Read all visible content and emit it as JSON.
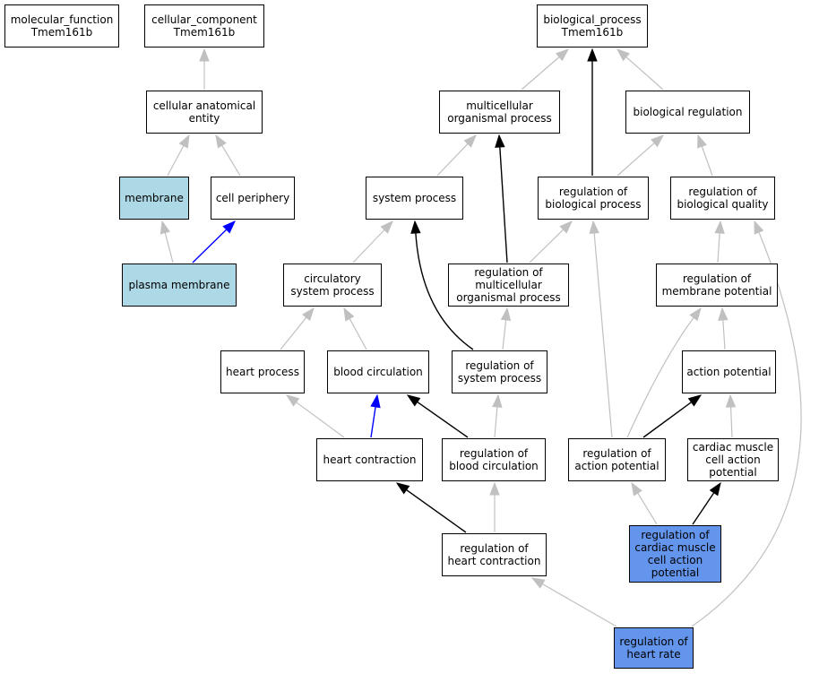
{
  "colors": {
    "default_fill": "#ffffff",
    "component_fill": "#add8e6",
    "query_fill": "#6495ed",
    "edge_is_a": "#c0c0c0",
    "edge_part_of": "#000000",
    "edge_blue": "#0000ff"
  },
  "nodes": {
    "molecular_function": {
      "label": "molecular_function\nTmem161b",
      "fill": "default"
    },
    "cellular_component": {
      "label": "cellular_component\nTmem161b",
      "fill": "default"
    },
    "biological_process": {
      "label": "biological_process\nTmem161b",
      "fill": "default"
    },
    "cellular_anatomical_entity": {
      "label": "cellular anatomical\nentity",
      "fill": "default"
    },
    "multicellular_organismal_process": {
      "label": "multicellular\norganismal process",
      "fill": "default"
    },
    "biological_regulation": {
      "label": "biological regulation",
      "fill": "default"
    },
    "membrane": {
      "label": "membrane",
      "fill": "component"
    },
    "cell_periphery": {
      "label": "cell periphery",
      "fill": "default"
    },
    "system_process": {
      "label": "system process",
      "fill": "default"
    },
    "regulation_of_biological_process": {
      "label": "regulation of\nbiological process",
      "fill": "default"
    },
    "regulation_of_biological_quality": {
      "label": "regulation of\nbiological quality",
      "fill": "default"
    },
    "plasma_membrane": {
      "label": "plasma membrane",
      "fill": "component"
    },
    "circulatory_system_process": {
      "label": "circulatory\nsystem process",
      "fill": "default"
    },
    "regulation_of_multicellular_organismal_process": {
      "label": "regulation of\nmulticellular\norganismal process",
      "fill": "default"
    },
    "regulation_of_membrane_potential": {
      "label": "regulation of\nmembrane potential",
      "fill": "default"
    },
    "heart_process": {
      "label": "heart process",
      "fill": "default"
    },
    "blood_circulation": {
      "label": "blood circulation",
      "fill": "default"
    },
    "regulation_of_system_process": {
      "label": "regulation of\nsystem process",
      "fill": "default"
    },
    "action_potential": {
      "label": "action potential",
      "fill": "default"
    },
    "heart_contraction": {
      "label": "heart contraction",
      "fill": "default"
    },
    "regulation_of_blood_circulation": {
      "label": "regulation of\nblood circulation",
      "fill": "default"
    },
    "regulation_of_action_potential": {
      "label": "regulation of\naction potential",
      "fill": "default"
    },
    "cardiac_muscle_cell_action_potential": {
      "label": "cardiac muscle\ncell action\npotential",
      "fill": "default"
    },
    "regulation_of_heart_contraction": {
      "label": "regulation of\nheart contraction",
      "fill": "default"
    },
    "regulation_of_cardiac_muscle_cell_action_potential": {
      "label": "regulation of\ncardiac muscle\ncell action\npotential",
      "fill": "query"
    },
    "regulation_of_heart_rate": {
      "label": "regulation of\nheart rate",
      "fill": "query"
    }
  },
  "edges": [
    {
      "from": "cellular_anatomical_entity",
      "to": "cellular_component",
      "type": "is_a"
    },
    {
      "from": "membrane",
      "to": "cellular_anatomical_entity",
      "type": "is_a"
    },
    {
      "from": "cell_periphery",
      "to": "cellular_anatomical_entity",
      "type": "is_a"
    },
    {
      "from": "plasma_membrane",
      "to": "membrane",
      "type": "is_a"
    },
    {
      "from": "plasma_membrane",
      "to": "cell_periphery",
      "type": "blue"
    },
    {
      "from": "multicellular_organismal_process",
      "to": "biological_process",
      "type": "is_a"
    },
    {
      "from": "biological_regulation",
      "to": "biological_process",
      "type": "is_a"
    },
    {
      "from": "regulation_of_biological_process",
      "to": "biological_process",
      "type": "part_of"
    },
    {
      "from": "regulation_of_biological_process",
      "to": "biological_regulation",
      "type": "is_a"
    },
    {
      "from": "regulation_of_biological_quality",
      "to": "biological_regulation",
      "type": "is_a"
    },
    {
      "from": "system_process",
      "to": "multicellular_organismal_process",
      "type": "is_a"
    },
    {
      "from": "regulation_of_multicellular_organismal_process",
      "to": "multicellular_organismal_process",
      "type": "part_of"
    },
    {
      "from": "regulation_of_multicellular_organismal_process",
      "to": "regulation_of_biological_process",
      "type": "is_a"
    },
    {
      "from": "circulatory_system_process",
      "to": "system_process",
      "type": "is_a"
    },
    {
      "from": "regulation_of_system_process",
      "to": "system_process",
      "type": "part_of_curve"
    },
    {
      "from": "regulation_of_system_process",
      "to": "regulation_of_multicellular_organismal_process",
      "type": "is_a"
    },
    {
      "from": "regulation_of_membrane_potential",
      "to": "regulation_of_biological_quality",
      "type": "is_a"
    },
    {
      "from": "heart_process",
      "to": "circulatory_system_process",
      "type": "is_a"
    },
    {
      "from": "blood_circulation",
      "to": "circulatory_system_process",
      "type": "is_a"
    },
    {
      "from": "action_potential",
      "to": "regulation_of_membrane_potential",
      "type": "is_a"
    },
    {
      "from": "heart_contraction",
      "to": "heart_process",
      "type": "is_a"
    },
    {
      "from": "heart_contraction",
      "to": "blood_circulation",
      "type": "blue"
    },
    {
      "from": "regulation_of_blood_circulation",
      "to": "blood_circulation",
      "type": "part_of"
    },
    {
      "from": "regulation_of_blood_circulation",
      "to": "regulation_of_system_process",
      "type": "is_a"
    },
    {
      "from": "regulation_of_action_potential",
      "to": "regulation_of_biological_process",
      "type": "is_a"
    },
    {
      "from": "regulation_of_action_potential",
      "to": "regulation_of_membrane_potential",
      "type": "is_a_curve"
    },
    {
      "from": "regulation_of_action_potential",
      "to": "action_potential",
      "type": "part_of"
    },
    {
      "from": "cardiac_muscle_cell_action_potential",
      "to": "action_potential",
      "type": "is_a"
    },
    {
      "from": "regulation_of_heart_contraction",
      "to": "heart_contraction",
      "type": "part_of"
    },
    {
      "from": "regulation_of_heart_contraction",
      "to": "regulation_of_blood_circulation",
      "type": "is_a"
    },
    {
      "from": "regulation_of_cardiac_muscle_cell_action_potential",
      "to": "regulation_of_action_potential",
      "type": "is_a"
    },
    {
      "from": "regulation_of_cardiac_muscle_cell_action_potential",
      "to": "cardiac_muscle_cell_action_potential",
      "type": "part_of"
    },
    {
      "from": "regulation_of_heart_rate",
      "to": "regulation_of_heart_contraction",
      "type": "is_a"
    },
    {
      "from": "regulation_of_heart_rate",
      "to": "regulation_of_biological_quality",
      "type": "is_a_long"
    }
  ]
}
